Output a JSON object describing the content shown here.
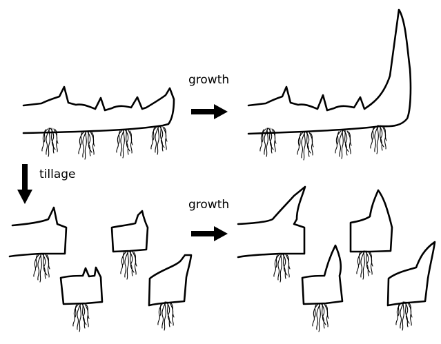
{
  "labels": {
    "growth_top": "growth",
    "tillage": "tillage",
    "growth_bottom": "growth"
  },
  "colors": {
    "ink": "#000000",
    "background": "#ffffff"
  }
}
